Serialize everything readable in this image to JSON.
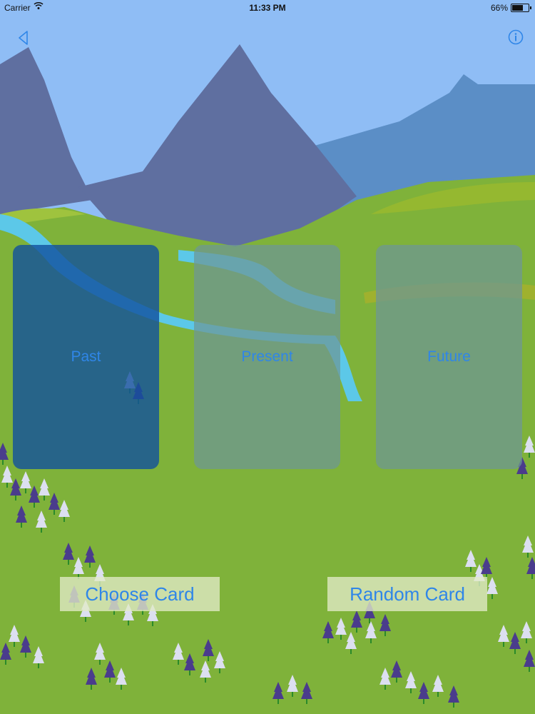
{
  "status_bar": {
    "carrier": "Carrier",
    "time": "11:33 PM",
    "battery_percent": "66%",
    "battery_level": 0.66
  },
  "navigation": {
    "back_icon": "back-triangle-icon",
    "info_icon": "info-icon"
  },
  "cards": [
    {
      "label": "Past"
    },
    {
      "label": "Present"
    },
    {
      "label": "Future"
    }
  ],
  "actions": {
    "choose_label": "Choose Card",
    "random_label": "Random Card"
  },
  "colors": {
    "accent": "#2f86e8",
    "sky": "#8fbdf5",
    "grass": "#7fb23a",
    "mountain": "#5f6fa0",
    "river": "#5cc8e8"
  }
}
